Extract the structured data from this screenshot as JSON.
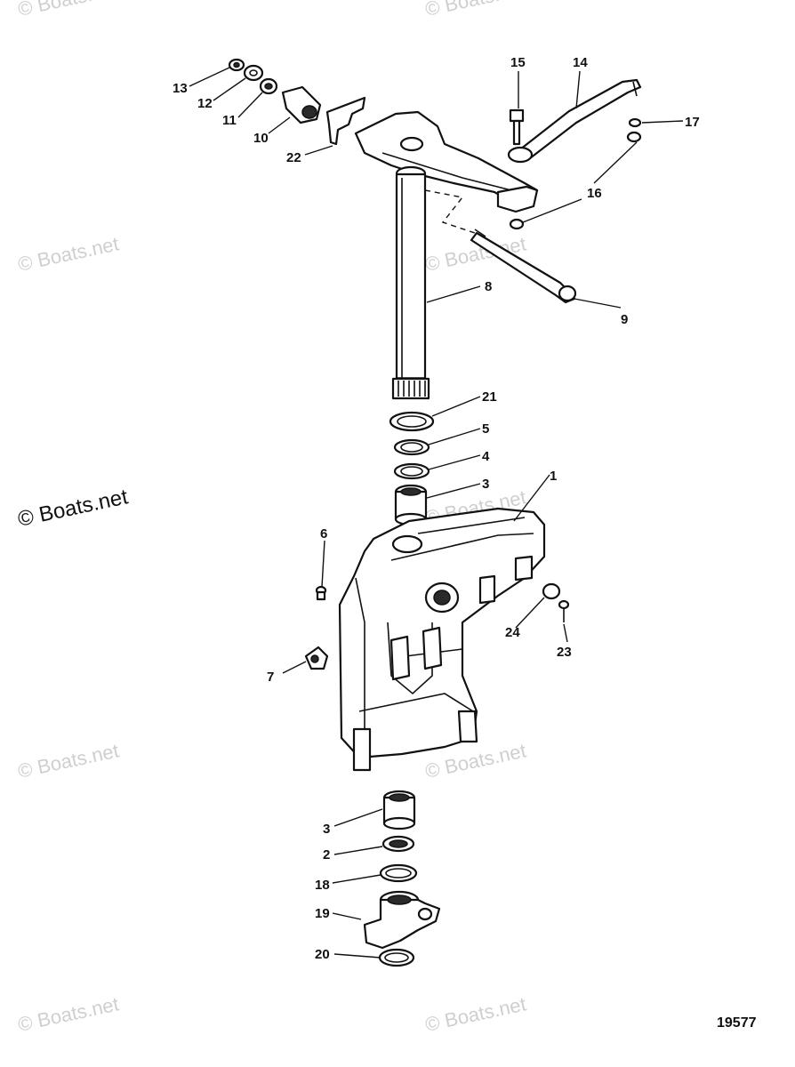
{
  "callouts": [
    "1",
    "2",
    "3",
    "3",
    "4",
    "5",
    "6",
    "7",
    "8",
    "9",
    "10",
    "11",
    "12",
    "13",
    "14",
    "15",
    "16",
    "16",
    "17",
    "18",
    "19",
    "20",
    "21",
    "22",
    "23",
    "24"
  ],
  "watermarks": [
    "© Boats.net",
    "© Boats.net",
    "© Boats.net",
    "© Boats.net",
    "© Boats.net",
    "© Boats.net",
    "© Boats.net",
    "© Boats.net"
  ],
  "watermark_main": "© Boats.net",
  "diagram_code": "19577",
  "colors": {
    "ink": "#111111",
    "watermark": "#cfcfcf",
    "background": "#ffffff"
  }
}
